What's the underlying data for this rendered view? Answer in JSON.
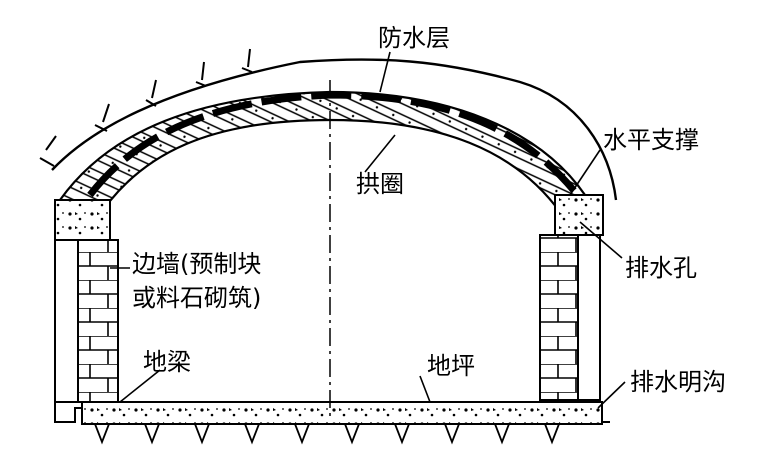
{
  "labels": {
    "waterproof_layer": "防水层",
    "arch_ring": "拱圈",
    "horizontal_brace": "水平支撑",
    "drain_hole": "排水孔",
    "side_wall_line1": "边墙(预制块",
    "side_wall_line2": "或料石砌筑)",
    "ground_beam": "地梁",
    "ground_slab": "地坪",
    "drain_ditch": "排水明沟"
  },
  "colors": {
    "ink": "#000000",
    "paper": "#ffffff"
  }
}
